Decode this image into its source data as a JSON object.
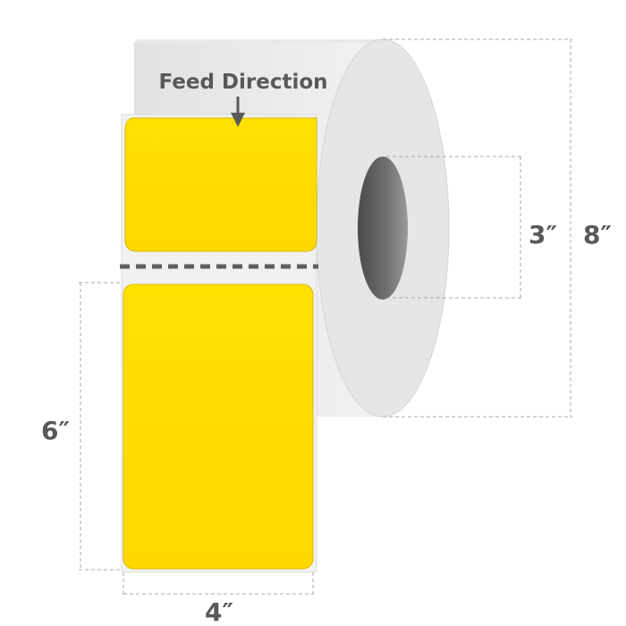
{
  "feed_label": "Feed Direction",
  "dimensions": {
    "roll_diameter": "8″",
    "core_diameter": "3″",
    "label_height": "6″",
    "label_width": "4″"
  },
  "colors": {
    "label": "#FFDD00",
    "label_edge": "#D9B900",
    "roll": "#E6E6E6",
    "roll_side": "#F3F3F3",
    "core_dark": "#5A5A5A",
    "dimension_line": "#A8A8A8",
    "text": "#595959"
  }
}
